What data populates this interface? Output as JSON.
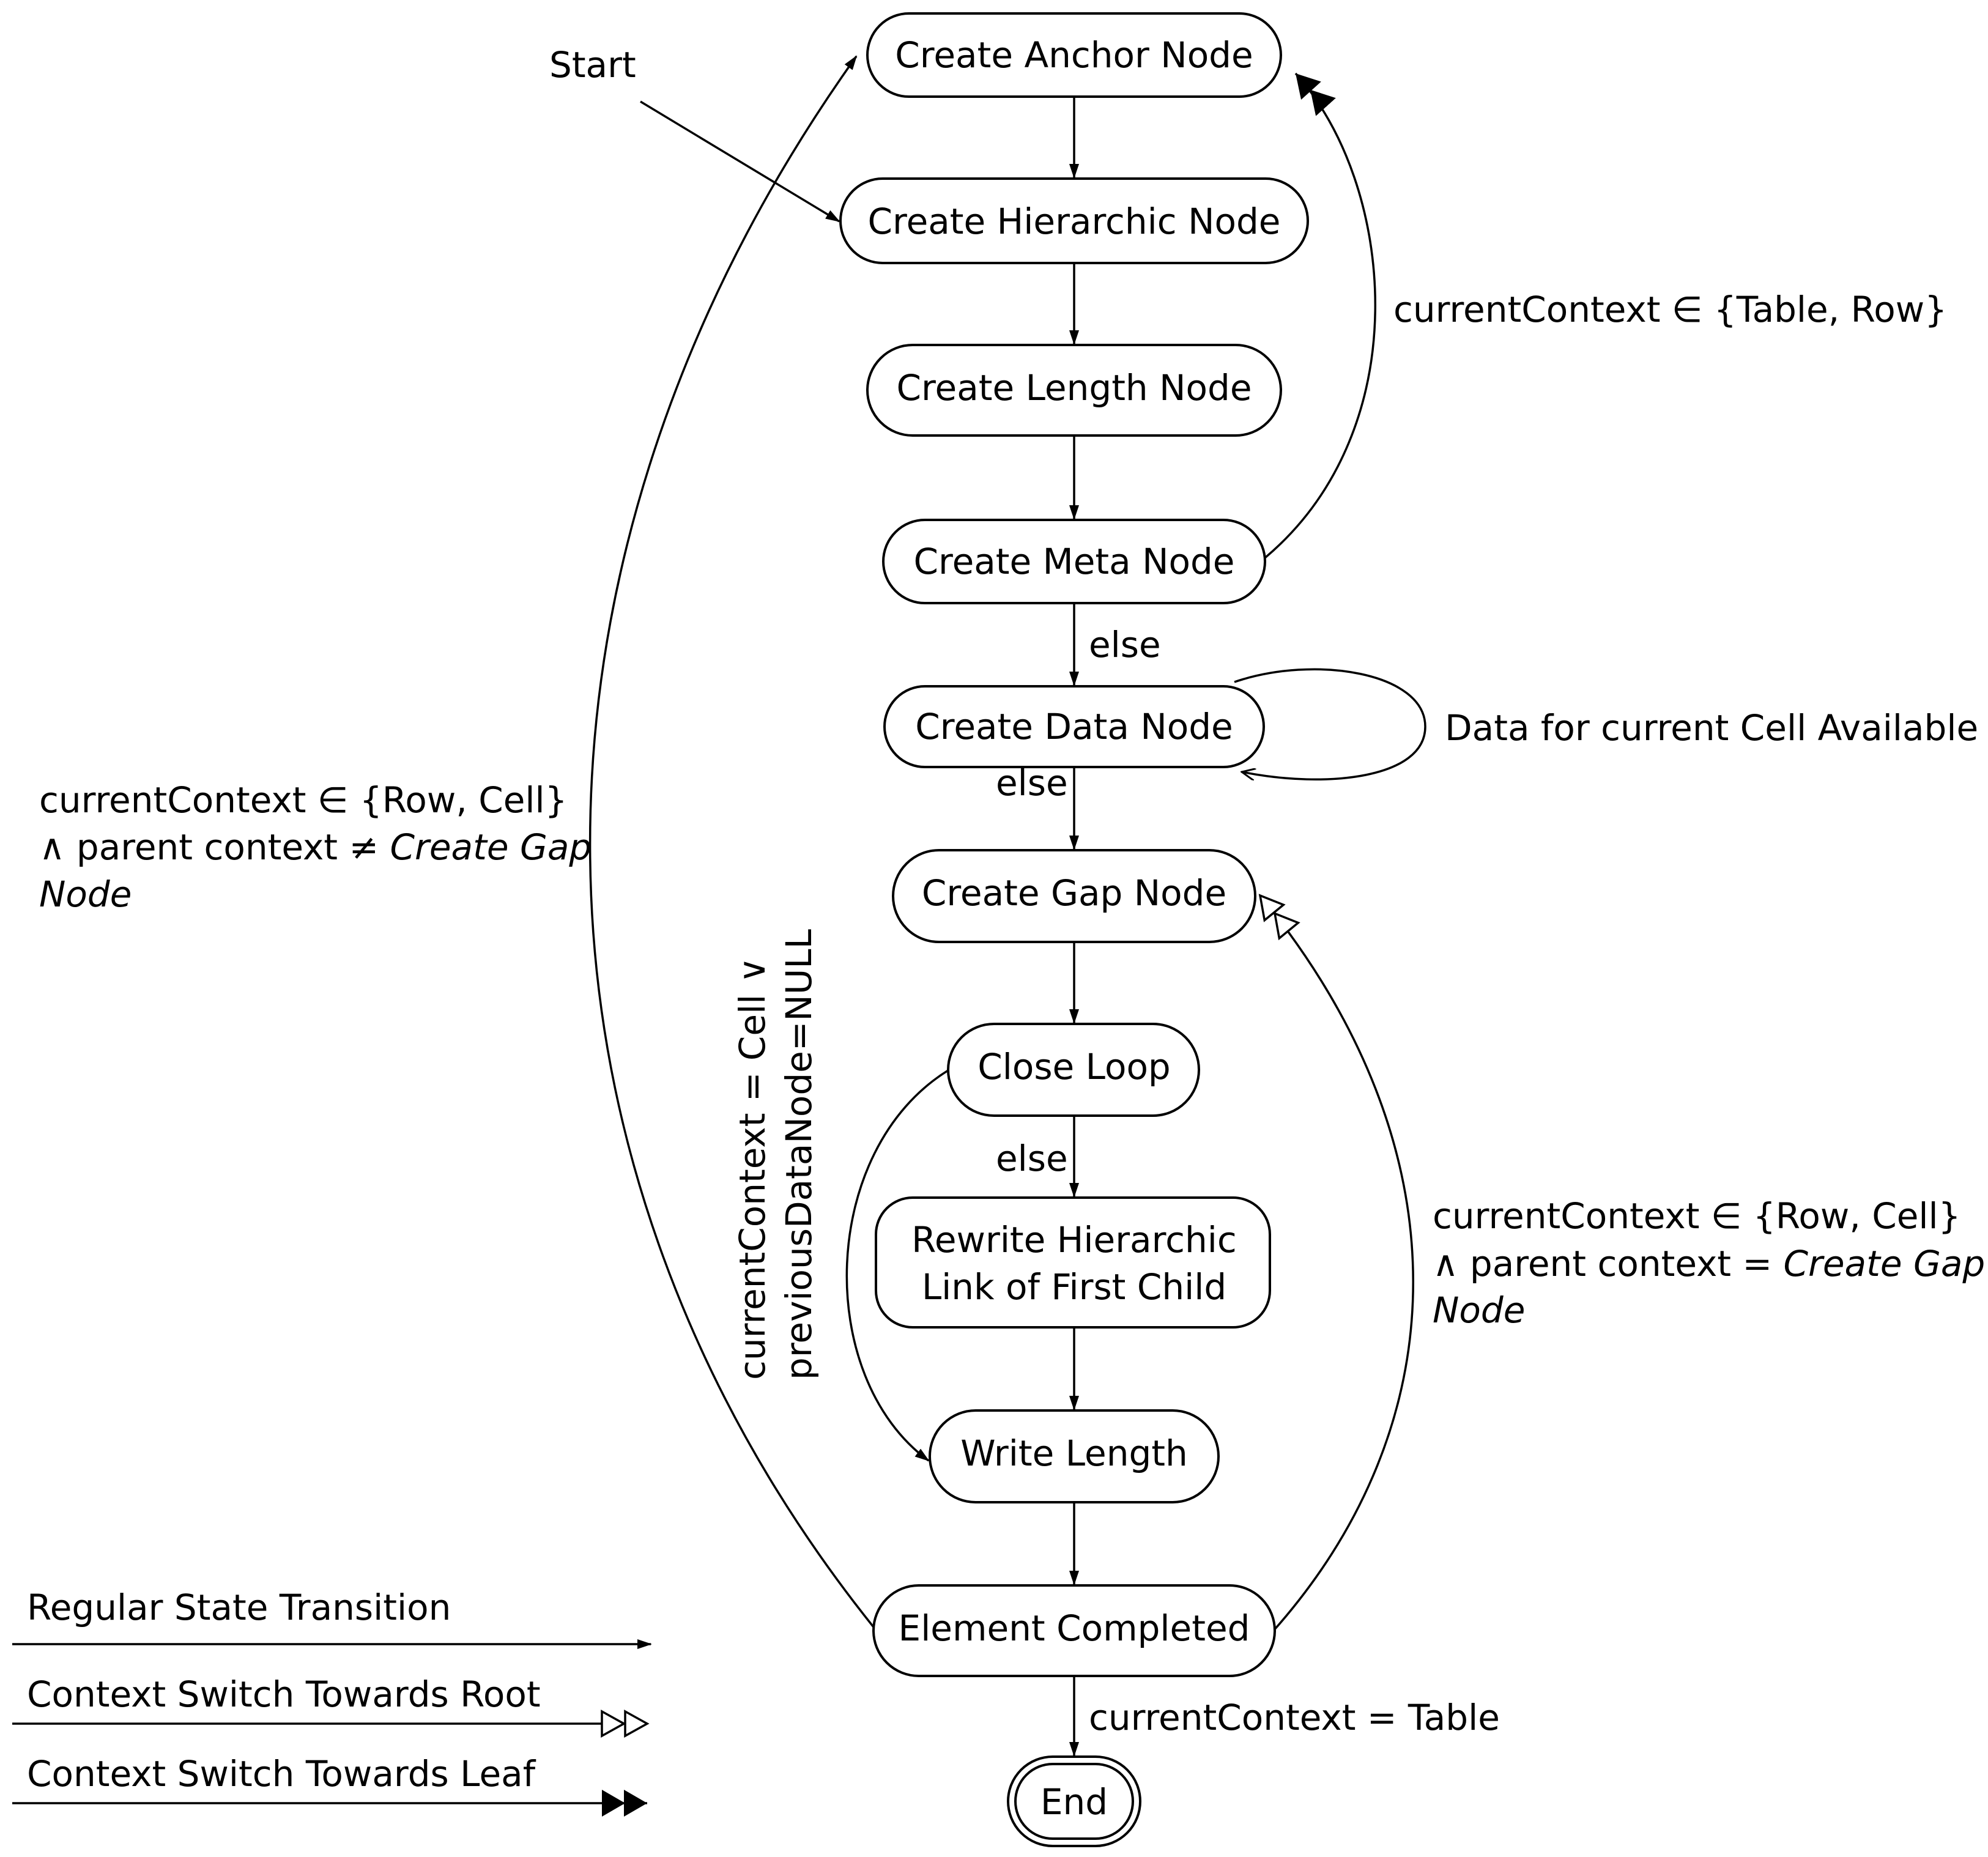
{
  "start_label": "Start",
  "states": [
    {
      "id": "anchor",
      "label": "Create Anchor Node"
    },
    {
      "id": "hierarchic",
      "label": "Create Hierarchic Node"
    },
    {
      "id": "length",
      "label": "Create Length Node"
    },
    {
      "id": "meta",
      "label": "Create Meta Node"
    },
    {
      "id": "data",
      "label": "Create Data Node"
    },
    {
      "id": "gap",
      "label": "Create Gap Node"
    },
    {
      "id": "close",
      "label": "Close Loop"
    },
    {
      "id": "rewrite",
      "label1": "Rewrite Hierarchic",
      "label2": "Link of First Child"
    },
    {
      "id": "write",
      "label": "Write Length"
    },
    {
      "id": "element",
      "label": "Element Completed"
    },
    {
      "id": "end",
      "label": "End"
    }
  ],
  "transitions": {
    "meta_to_data": "else",
    "data_to_gap": "else",
    "close_to_rewrite": "else",
    "meta_to_anchor": "currentContext ∈ {Table, Row}",
    "data_self_loop": "Data for current Cell Available",
    "element_to_end": "currentContext = Table",
    "element_to_anchor": {
      "line1": "currentContext  ∈  {Row, Cell}",
      "line2_prefix": "∧ parent context ≠ ",
      "line2_italic": "Create Gap",
      "line3_italic": "Node"
    },
    "element_to_gap": {
      "line1": "currentContext  ∈  {Row, Cell}",
      "line2_prefix": "∧ parent context = ",
      "line2_italic": "Create Gap",
      "line3_italic": "Node"
    },
    "close_to_write": {
      "line1": "currentContext = Cell ∨",
      "line2": "previousDataNode=NULL"
    }
  },
  "legend": [
    {
      "label": "Regular State Transition",
      "arrow": "regular"
    },
    {
      "label": "Context Switch Towards Root",
      "arrow": "hollow-double"
    },
    {
      "label": "Context Switch Towards Leaf",
      "arrow": "filled-double"
    }
  ]
}
